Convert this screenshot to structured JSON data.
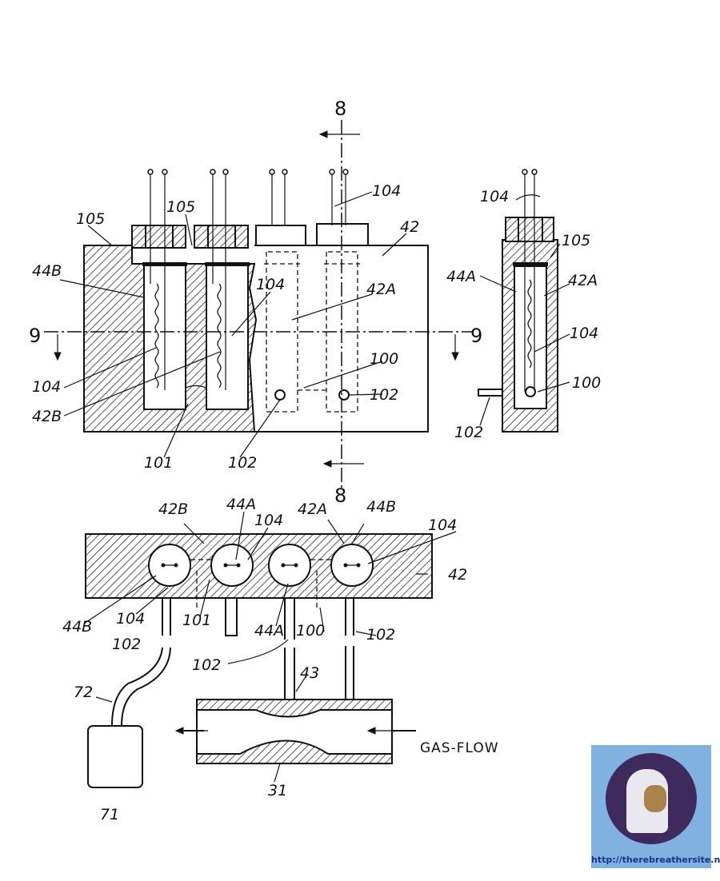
{
  "figure_top": {
    "section_labels": [
      "8",
      "8",
      "9",
      "9"
    ],
    "labels": [
      "104",
      "105",
      "105",
      "42",
      "44B",
      "42A",
      "104",
      "100",
      "102",
      "104",
      "42B",
      "101",
      "102"
    ]
  },
  "figure_side": {
    "labels": [
      "104",
      "105",
      "44A",
      "42A",
      "104",
      "100",
      "102"
    ]
  },
  "figure_bottom": {
    "labels": [
      "42B",
      "44A",
      "104",
      "42A",
      "44B",
      "104",
      "42",
      "44B",
      "104",
      "101",
      "44A",
      "100",
      "102",
      "102",
      "102",
      "72",
      "43",
      "GAS-FLOW",
      "31",
      "71"
    ]
  },
  "watermark": {
    "url": "http://therebreathersite.nl"
  }
}
